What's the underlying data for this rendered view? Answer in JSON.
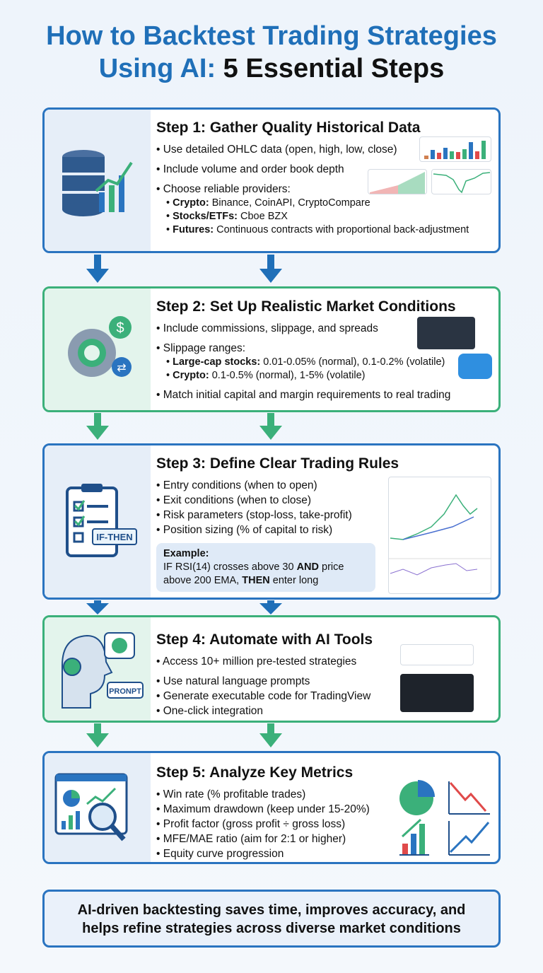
{
  "title": {
    "line1": "How to Backtest Trading Strategies",
    "line2_blue": "Using AI:",
    "line2_dark": "5 Essential Steps"
  },
  "colors": {
    "blue": "#2a74c0",
    "green": "#3bb07a",
    "title_blue": "#1f6fb8"
  },
  "steps": [
    {
      "title": "Step 1: Gather Quality Historical Data",
      "icon": "database-chart-icon",
      "bullets": [
        "Use detailed OHLC data (open, high, low, close)",
        "Include volume and order book depth",
        "Choose reliable providers:"
      ],
      "providers": [
        {
          "label": "Crypto:",
          "text": " Binance, CoinAPI, CryptoCompare"
        },
        {
          "label": "Stocks/ETFs:",
          "text": " Cboe BZX"
        },
        {
          "label": "Futures:",
          "text": " Continuous contracts with proportional back-adjustment"
        }
      ]
    },
    {
      "title": "Step 2: Set Up Realistic Market Conditions",
      "icon": "gear-dollar-icon",
      "bullets": [
        "Include commissions, slippage, and spreads",
        "Slippage ranges:",
        "Match initial capital and margin requirements to real trading"
      ],
      "ranges": [
        {
          "label": "Large-cap stocks:",
          "text": " 0.01-0.05% (normal), 0.1-0.2% (volatile)"
        },
        {
          "label": "Crypto:",
          "text": " 0.1-0.5% (normal), 1-5% (volatile)"
        }
      ]
    },
    {
      "title": "Step 3: Define Clear Trading Rules",
      "icon": "checklist-icon",
      "icon_label": "IF-THEN",
      "bullets": [
        "Entry conditions (when to open)",
        "Exit conditions (when to close)",
        "Risk parameters (stop-loss, take-profit)",
        "Position sizing (% of capital to risk)"
      ],
      "example": {
        "label": "Example:",
        "t1": "IF RSI(14) crosses above 30 ",
        "b1": "AND",
        "t2": " price above 200 EMA, ",
        "b2": "THEN",
        "t3": " enter long"
      }
    },
    {
      "title": "Step 4: Automate with AI Tools",
      "icon": "ai-robot-icon",
      "icon_label": "PRONPT",
      "bullets": [
        "Access 10+ million pre-tested strategies",
        "Use natural language prompts",
        "Generate executable code for TradingView",
        "One-click integration"
      ]
    },
    {
      "title": "Step 5: Analyze Key Metrics",
      "icon": "dashboard-magnifier-icon",
      "bullets": [
        "Win rate (% profitable trades)",
        "Maximum drawdown (keep under 15-20%)",
        "Profit factor (gross profit ÷ gross loss)",
        "MFE/MAE ratio (aim for 2:1 or higher)",
        "Equity curve progression"
      ]
    }
  ],
  "footer": "AI-driven backtesting saves time, improves accuracy, and helps refine strategies across diverse market conditions"
}
